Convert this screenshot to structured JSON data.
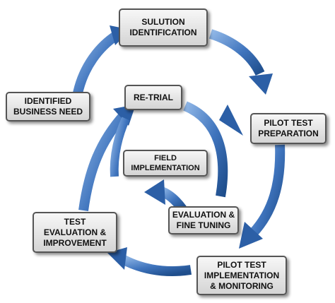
{
  "diagram": {
    "nodes": {
      "solution_identification": {
        "line1": "SULUTION",
        "line2": "IDENTIFICATION"
      },
      "identified_business_need": {
        "line1": "IDENTIFIED",
        "line2": "BUSINESS NEED"
      },
      "pilot_test_preparation": {
        "line1": "PILOT TEST",
        "line2": "PREPARATION"
      },
      "re_trial": {
        "line1": "RE-TRIAL"
      },
      "field_implementation": {
        "line1": "FIELD",
        "line2": "IMPLEMENTATION"
      },
      "evaluation_fine_tuning": {
        "line1": "EVALUATION &",
        "line2": "FINE TUNING"
      },
      "test_evaluation_improvement": {
        "line1": "TEST",
        "line2": "EVALUATION &",
        "line3": "IMPROVEMENT"
      },
      "pilot_test_implementation_monitoring": {
        "line1": "PILOT TEST",
        "line2": "IMPLEMENTATION",
        "line3": "& MONITORING"
      }
    },
    "colors": {
      "arrow_light": "#6f9fd8",
      "arrow_dark": "#1f4e8c",
      "box_border": "#555555",
      "box_fill_top": "#f7f7f7",
      "box_fill_bottom": "#d4d4d4"
    }
  }
}
